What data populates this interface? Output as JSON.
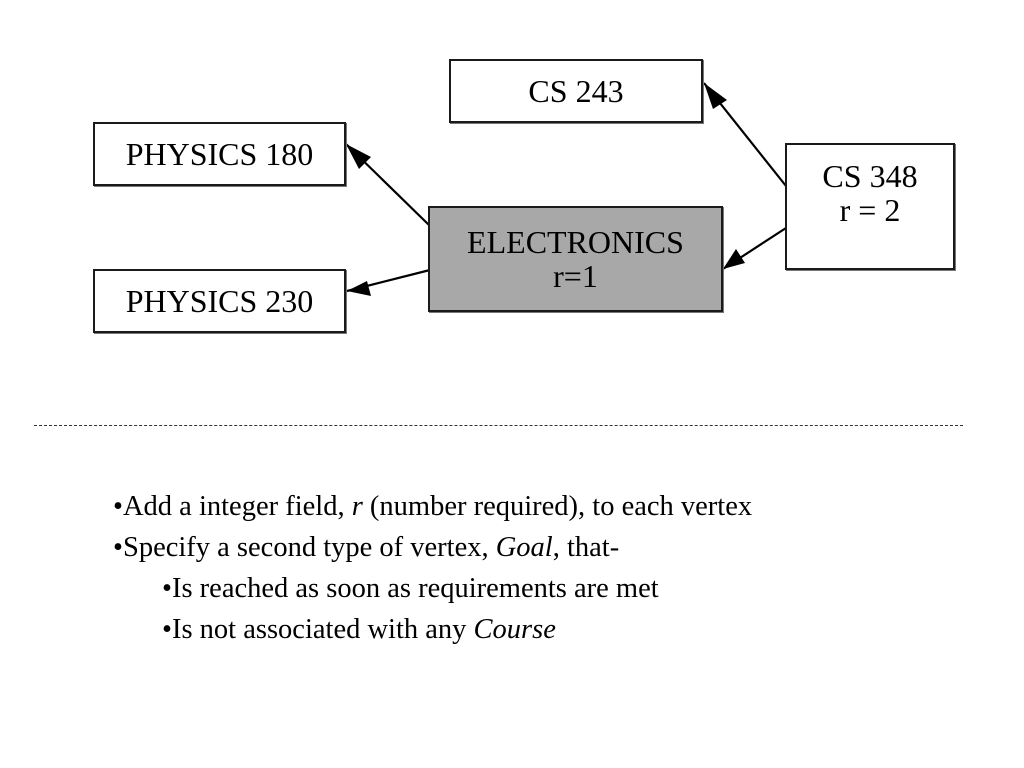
{
  "diagram": {
    "nodes": {
      "physics180": {
        "label": "PHYSICS 180"
      },
      "physics230": {
        "label": "PHYSICS 230"
      },
      "electronics": {
        "label": "ELECTRONICS",
        "sublabel": "r=1",
        "fill": "#a8a8a8"
      },
      "cs243": {
        "label": "CS 243"
      },
      "cs348": {
        "label": "CS 348",
        "sublabel": "r = 2"
      }
    },
    "edges": [
      {
        "from": "electronics",
        "to": "physics180"
      },
      {
        "from": "electronics",
        "to": "physics230"
      },
      {
        "from": "cs348",
        "to": "cs243"
      },
      {
        "from": "cs348",
        "to": "electronics"
      }
    ]
  },
  "bullets": [
    {
      "level": 1,
      "parts": [
        {
          "text": "•Add a integer field, ",
          "italic": false
        },
        {
          "text": "r",
          "italic": true
        },
        {
          "text": " (number required), to each vertex",
          "italic": false
        }
      ]
    },
    {
      "level": 1,
      "parts": [
        {
          "text": "•Specify a second type of vertex, ",
          "italic": false
        },
        {
          "text": "Goal",
          "italic": true
        },
        {
          "text": ", that-",
          "italic": false
        }
      ]
    },
    {
      "level": 2,
      "parts": [
        {
          "text": "•Is reached as soon as requirements are met",
          "italic": false
        }
      ]
    },
    {
      "level": 2,
      "parts": [
        {
          "text": "•Is not associated with any ",
          "italic": false
        },
        {
          "text": "Course",
          "italic": true
        }
      ]
    }
  ]
}
